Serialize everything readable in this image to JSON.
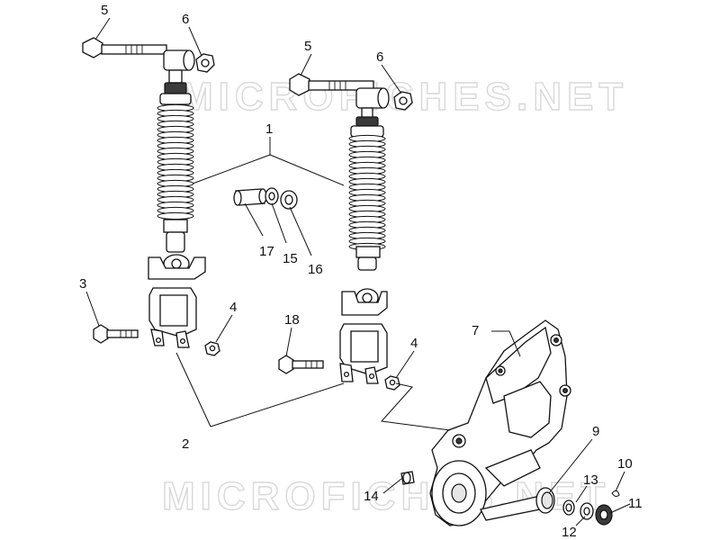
{
  "watermark": "MICROFICHES.NET",
  "callouts": {
    "c1": "1",
    "c2": "2",
    "c3": "3",
    "c4a": "4",
    "c4b": "4",
    "c5a": "5",
    "c5b": "5",
    "c6a": "6",
    "c6b": "6",
    "c7": "7",
    "c9": "9",
    "c10": "10",
    "c11": "11",
    "c12": "12",
    "c13": "13",
    "c14": "14",
    "c15": "15",
    "c16": "16",
    "c17": "17",
    "c18": "18"
  },
  "colors": {
    "line": "#111111",
    "watermark": "#d8d8d8",
    "background": "#ffffff"
  }
}
